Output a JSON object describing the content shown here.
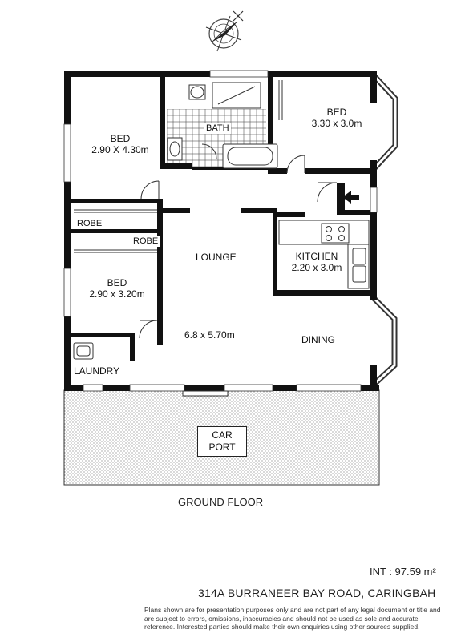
{
  "rooms": {
    "bed1_name": "BED",
    "bed1_dims": "2.90 X 4.30m",
    "bath": "BATH",
    "bed2_name": "BED",
    "bed2_dims": "3.30 x 3.0m",
    "robe_upper": "ROBE",
    "robe_lower": "ROBE",
    "bed3_name": "BED",
    "bed3_dims": "2.90 x 3.20m",
    "lounge": "LOUNGE",
    "lounge_dims": "6.8 x 5.70m",
    "kitchen_name": "KITCHEN",
    "kitchen_dims": "2.20 x 3.0m",
    "dining": "DINING",
    "laundry": "LAUNDRY",
    "carport_line1": "CAR",
    "carport_line2": "PORT"
  },
  "footer": {
    "floor_caption": "GROUND FLOOR",
    "area": "INT : 97.59 m²",
    "address": "314A BURRANEER BAY ROAD, CARINGBAH",
    "disclaimer": "Plans shown are for presentation purposes only and are not part of any legal document or title and are subject to errors, omissions, inaccuracies and should not be used as sole and accurate reference. Interested parties should make their own enquiries using other sources supplied."
  },
  "icons": {
    "compass": "north-compass-icon",
    "entry": "entry-arrow-icon"
  }
}
